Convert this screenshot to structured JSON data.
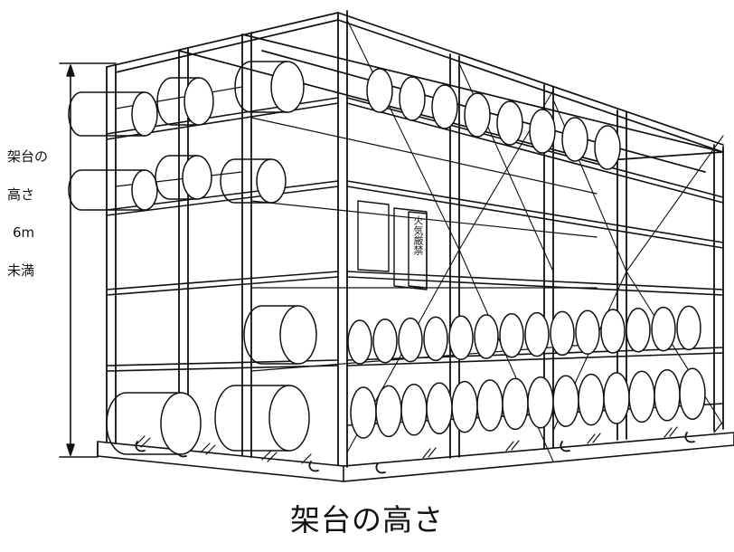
{
  "height_label": {
    "line1": "架台の",
    "line2": "高さ",
    "line3": "6m",
    "line4": "未満"
  },
  "sign_text": "火気厳禁",
  "caption": "架台の高さ",
  "colors": {
    "ink": "#111111",
    "background": "#ffffff"
  }
}
